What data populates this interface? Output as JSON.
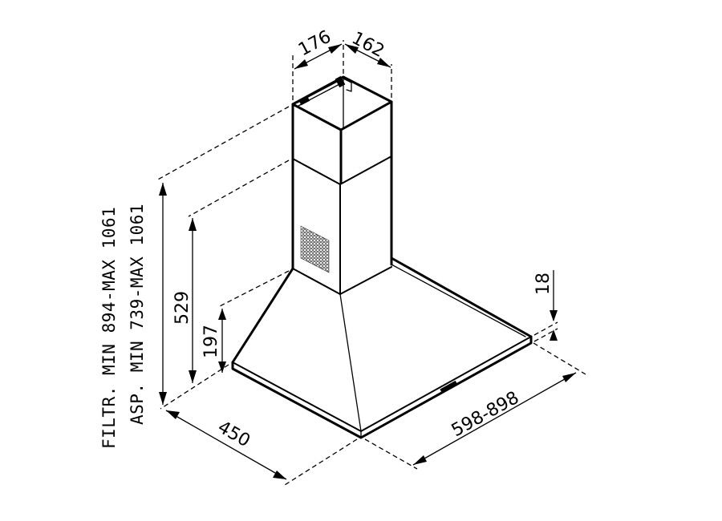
{
  "title": "Chimney hood dimension drawing",
  "colors": {
    "line": "#000000",
    "background": "#ffffff"
  },
  "dimensions": {
    "chimney_width": "176",
    "chimney_depth": "162",
    "hood_body_height": "529",
    "canopy_height": "197",
    "hood_depth": "450",
    "hood_width": "598-898",
    "rim_thickness": "18"
  },
  "notes": {
    "filter_range": "FILTR. MIN 894-MAX 1061",
    "extraction_range": "ASP. MIN 739-MAX 1061"
  },
  "components": [
    "chimney-upper",
    "chimney-lower",
    "grille",
    "canopy",
    "bottom-rim",
    "control-panel",
    "mounting-bracket"
  ]
}
